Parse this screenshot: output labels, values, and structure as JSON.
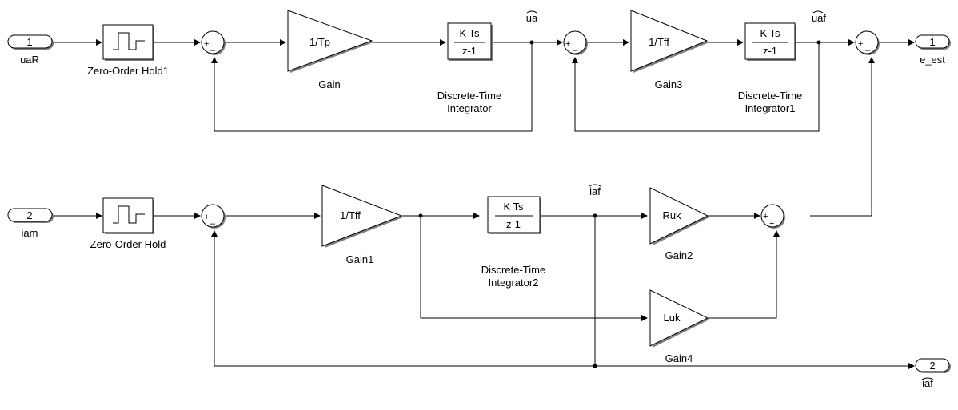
{
  "inports": [
    {
      "id": "in1",
      "number": "1",
      "name": "uaR"
    },
    {
      "id": "in2",
      "number": "2",
      "name": "iam"
    }
  ],
  "outports": [
    {
      "id": "out1",
      "number": "1",
      "name": "e_est"
    },
    {
      "id": "out2",
      "number": "2",
      "name": "iaf"
    }
  ],
  "zoh": [
    {
      "id": "zoh1",
      "name": "Zero-Order Hold1"
    },
    {
      "id": "zoh0",
      "name": "Zero-Order Hold"
    }
  ],
  "gains": [
    {
      "id": "gain",
      "value": "1/Tp",
      "name": "Gain"
    },
    {
      "id": "gain3",
      "value": "1/Tff",
      "name": "Gain3"
    },
    {
      "id": "gain1",
      "value": "1/Tff",
      "name": "Gain1"
    },
    {
      "id": "gain2",
      "value": "Ruk",
      "name": "Gain2"
    },
    {
      "id": "gain4",
      "value": "Luk",
      "name": "Gain4"
    }
  ],
  "integrators": [
    {
      "id": "int0",
      "numerator": "K Ts",
      "denominator": "z-1",
      "name_line1": "Discrete-Time",
      "name_line2": "Integrator"
    },
    {
      "id": "int1",
      "numerator": "K Ts",
      "denominator": "z-1",
      "name_line1": "Discrete-Time",
      "name_line2": "Integrator1"
    },
    {
      "id": "int2",
      "numerator": "K Ts",
      "denominator": "z-1",
      "name_line1": "Discrete-Time",
      "name_line2": "Integrator2"
    }
  ],
  "sums": [
    {
      "id": "sum1",
      "signs": [
        "+",
        "–"
      ]
    },
    {
      "id": "sum2",
      "signs": [
        "+",
        "–"
      ]
    },
    {
      "id": "sum3",
      "signs": [
        "+",
        "–"
      ]
    },
    {
      "id": "sum4",
      "signs": [
        "+",
        "–"
      ]
    },
    {
      "id": "sum5",
      "signs": [
        "+",
        "+"
      ]
    }
  ],
  "signals": [
    {
      "id": "sig_ua",
      "label": "ua"
    },
    {
      "id": "sig_uaf",
      "label": "uaf"
    },
    {
      "id": "sig_iaf",
      "label": "iaf"
    }
  ]
}
